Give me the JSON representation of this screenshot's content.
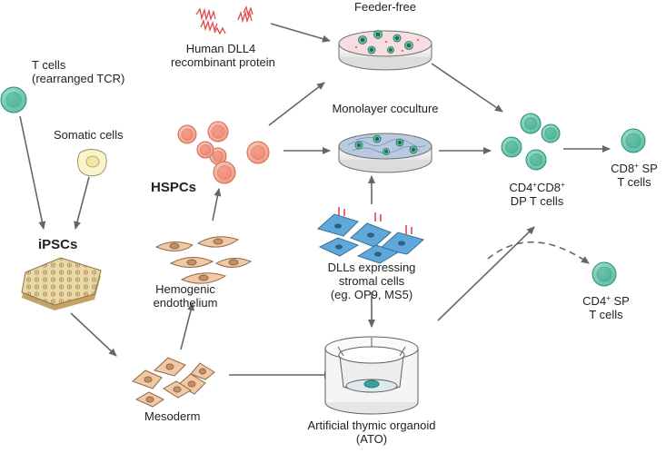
{
  "labels": {
    "tcells_line1": "T cells",
    "tcells_line2": "(rearranged TCR)",
    "somatic": "Somatic cells",
    "ipscs": "iPSCs",
    "mesoderm": "Mesoderm",
    "hemogenic_line1": "Hemogenic",
    "hemogenic_line2": "endothelium",
    "hspcs": "HSPCs",
    "dll4_line1": "Human DLL4",
    "dll4_line2": "recombinant protein",
    "feeder_free": "Feeder-free",
    "monolayer": "Monolayer coculture",
    "stromal_line1": "DLLs expressing",
    "stromal_line2": "stromal cells",
    "stromal_line3": "(eg. OP9, MS5)",
    "ato_line1": "Artificial thymic organoid",
    "ato_line2": "(ATO)",
    "dp_cd4": "CD4",
    "dp_cd8": "CD8",
    "dp_sup": "+",
    "dp_line2": "DP T cells",
    "cd8sp_marker": "CD8",
    "cd8sp_rest": " SP",
    "cd8sp_line2": "T cells",
    "cd4sp_marker": "CD4",
    "cd4sp_rest": " SP",
    "cd4sp_line2": "T cells"
  },
  "colors": {
    "tcell": "#6cc7ae",
    "tcell_nucleus": "#2e9e86",
    "somatic": "#fbf4c8",
    "hspc": "#f6a38f",
    "hspc_nucleus": "#ef7b67",
    "mesoderm_cell": "#f2c9a4",
    "stromal": "#5ea9d9",
    "dll4_protein": "#e0474c",
    "arrow": "#5f6b5e",
    "dish_medium": "#f6dde0",
    "ipsc_colony": "#e9d7a3"
  },
  "arrows": [
    {
      "id": "tcells-to-ipscs",
      "from": "T cells",
      "to": "iPSCs"
    },
    {
      "id": "somatic-to-ipscs",
      "from": "Somatic cells",
      "to": "iPSCs"
    },
    {
      "id": "ipscs-to-mesoderm",
      "from": "iPSCs",
      "to": "Mesoderm"
    },
    {
      "id": "mesoderm-to-hemogenic",
      "from": "Mesoderm",
      "to": "Hemogenic endothelium"
    },
    {
      "id": "hemogenic-to-hspcs",
      "from": "Hemogenic endothelium",
      "to": "HSPCs"
    },
    {
      "id": "hspcs-to-feederfree",
      "from": "HSPCs",
      "to": "Feeder-free"
    },
    {
      "id": "dll4-to-feederfree",
      "from": "Human DLL4 recombinant protein",
      "to": "Feeder-free"
    },
    {
      "id": "hspcs-to-monolayer",
      "from": "HSPCs",
      "to": "Monolayer coculture"
    },
    {
      "id": "stromal-to-monolayer",
      "from": "DLLs expressing stromal cells",
      "to": "Monolayer coculture"
    },
    {
      "id": "stromal-to-ato",
      "from": "DLLs expressing stromal cells",
      "to": "ATO"
    },
    {
      "id": "mesoderm-to-ato",
      "from": "Mesoderm",
      "to": "ATO"
    },
    {
      "id": "feederfree-to-dp",
      "from": "Feeder-free",
      "to": "CD4+CD8+ DP T cells"
    },
    {
      "id": "monolayer-to-dp",
      "from": "Monolayer coculture",
      "to": "CD4+CD8+ DP T cells"
    },
    {
      "id": "ato-to-dp",
      "from": "ATO",
      "to": "CD4+CD8+ DP T cells"
    },
    {
      "id": "dp-to-cd8sp",
      "from": "CD4+CD8+ DP T cells",
      "to": "CD8+ SP T cells"
    },
    {
      "id": "ato-to-cd4sp",
      "from": "ATO",
      "to": "CD4+ SP T cells",
      "style": "dashed"
    }
  ]
}
